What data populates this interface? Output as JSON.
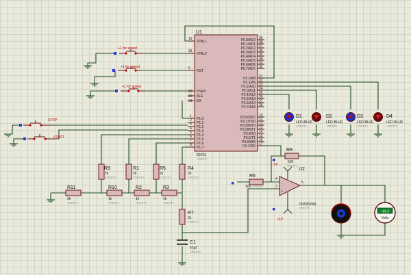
{
  "mcu": {
    "ref": "U1",
    "part": "80C51",
    "text": "<TEXT>",
    "left_pins": [
      {
        "num": "19",
        "name": "XTAL1"
      },
      {
        "num": "18",
        "name": "XTAL2"
      },
      {
        "num": "9",
        "name": "RST"
      },
      {
        "num": "29",
        "name": "PSEN"
      },
      {
        "num": "30",
        "name": "ALE"
      },
      {
        "num": "31",
        "name": "EA"
      },
      {
        "num": "1",
        "name": "P1.0"
      },
      {
        "num": "2",
        "name": "P1.1"
      },
      {
        "num": "3",
        "name": "P1.2"
      },
      {
        "num": "4",
        "name": "P1.3"
      },
      {
        "num": "5",
        "name": "P1.4"
      },
      {
        "num": "6",
        "name": "P1.5"
      },
      {
        "num": "7",
        "name": "P1.6"
      },
      {
        "num": "8",
        "name": "P1.7"
      }
    ],
    "right_pins": [
      {
        "num": "39",
        "name": "P0.0/AD0"
      },
      {
        "num": "38",
        "name": "P0.1/AD1"
      },
      {
        "num": "37",
        "name": "P0.2/AD2"
      },
      {
        "num": "36",
        "name": "P0.3/AD3"
      },
      {
        "num": "35",
        "name": "P0.4/AD4"
      },
      {
        "num": "34",
        "name": "P0.5/AD5"
      },
      {
        "num": "33",
        "name": "P0.6/AD6"
      },
      {
        "num": "32",
        "name": "P0.7/AD7"
      },
      {
        "num": "21",
        "name": "P2.0/A8"
      },
      {
        "num": "22",
        "name": "P2.1/A9"
      },
      {
        "num": "23",
        "name": "P2.2/A10"
      },
      {
        "num": "24",
        "name": "P2.3/A11"
      },
      {
        "num": "25",
        "name": "P2.4/A12"
      },
      {
        "num": "26",
        "name": "P2.5/A13"
      },
      {
        "num": "27",
        "name": "P2.6/A14"
      },
      {
        "num": "28",
        "name": "P2.7/A15"
      },
      {
        "num": "10",
        "name": "P3.0/RXD"
      },
      {
        "num": "11",
        "name": "P3.1/TXD"
      },
      {
        "num": "12",
        "name": "P3.2/INT0"
      },
      {
        "num": "13",
        "name": "P3.3/INT1"
      },
      {
        "num": "14",
        "name": "P3.4/T0"
      },
      {
        "num": "15",
        "name": "P3.5/T1"
      },
      {
        "num": "16",
        "name": "P3.6/WR"
      },
      {
        "num": "17",
        "name": "P3.7/RD"
      }
    ]
  },
  "switches": [
    {
      "label": "+1 for speed"
    },
    {
      "label": "+1 for speed"
    },
    {
      "label": "+1 for speed"
    },
    {
      "label": "STOP"
    },
    {
      "label": "START"
    }
  ],
  "leds": [
    {
      "ref": "D1",
      "part": "LED-BLUE",
      "text": "<TEXT>"
    },
    {
      "ref": "D2",
      "part": "LED-BLUE",
      "text": "<TEXT>"
    },
    {
      "ref": "D3",
      "part": "LED-BLUE",
      "text": "<TEXT>"
    },
    {
      "ref": "D4",
      "part": "LED-BLUE",
      "text": "<TEXT>"
    }
  ],
  "resistors": [
    {
      "ref": "R9",
      "value": "2k",
      "text": "<TEXT>"
    },
    {
      "ref": "R1",
      "value": "2k",
      "text": "<TEXT>"
    },
    {
      "ref": "R5",
      "value": "2k",
      "text": "<TEXT>"
    },
    {
      "ref": "R4",
      "value": "2k",
      "text": "<TEXT>"
    },
    {
      "ref": "R11",
      "value": "2k",
      "text": "<TEXT>"
    },
    {
      "ref": "R10",
      "value": "1k",
      "text": "<TEXT>"
    },
    {
      "ref": "R2",
      "value": "1k",
      "text": "<TEXT>"
    },
    {
      "ref": "R3",
      "value": "1k",
      "text": "<TEXT>"
    },
    {
      "ref": "R7",
      "value": "2k",
      "text": "<TEXT>"
    },
    {
      "ref": "R8",
      "value": "500",
      "text": "<TEXT>"
    },
    {
      "ref": "R6",
      "value": "300",
      "text": "<TEXT>"
    }
  ],
  "capacitor": {
    "ref": "C1",
    "value": "47pF",
    "text": "<TEXT>"
  },
  "opamp": {
    "ref": "U2",
    "part": "OPA353NA",
    "text": "<TEXT>",
    "vneg": "-5V",
    "vpos": "+5V",
    "pin4": "4",
    "pin3": "3",
    "pin5": "5"
  },
  "voltmeter": {
    "reading": "+88.8",
    "unit": "Volts"
  }
}
